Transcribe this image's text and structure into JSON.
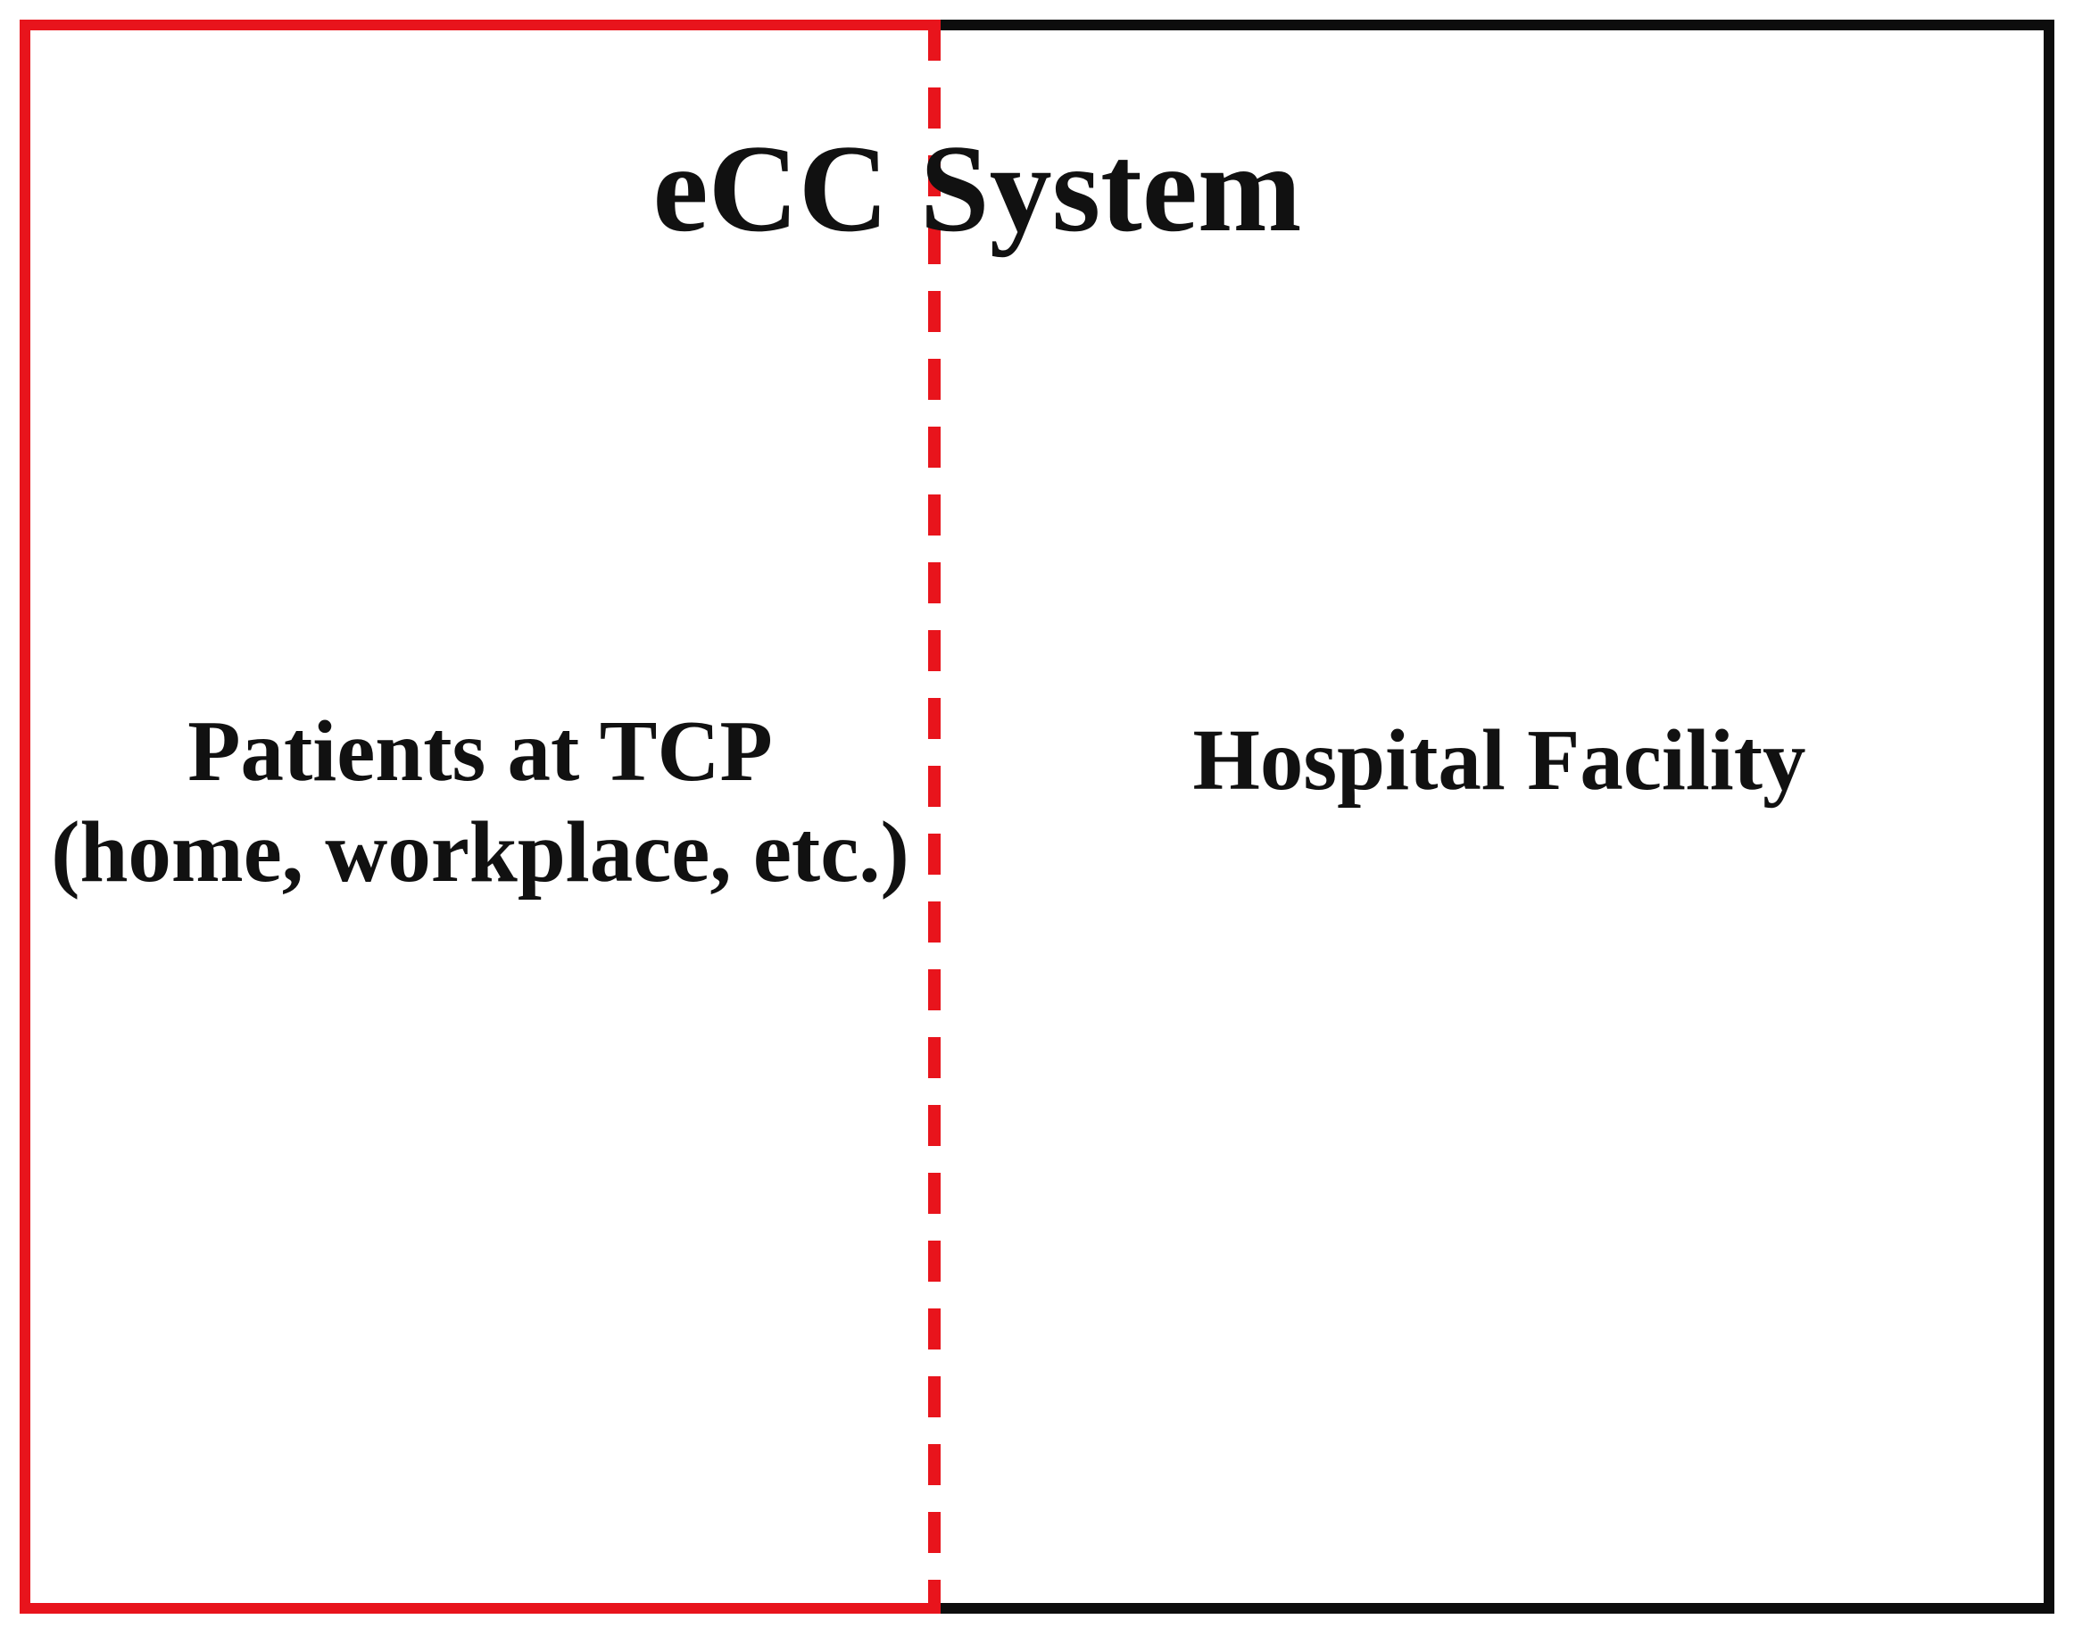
{
  "figure": {
    "title": "eCC System",
    "left_region": {
      "label_line1": "Patients at TCP",
      "label_line2": "(home, workplace, etc.)"
    },
    "right_region": {
      "label": "Hospital Facility"
    },
    "colors": {
      "tcp_boundary": "#e8141c",
      "hospital_boundary": "#0d0d0d",
      "divider": "#e8141c",
      "text": "#111111",
      "background": "#ffffff"
    }
  }
}
